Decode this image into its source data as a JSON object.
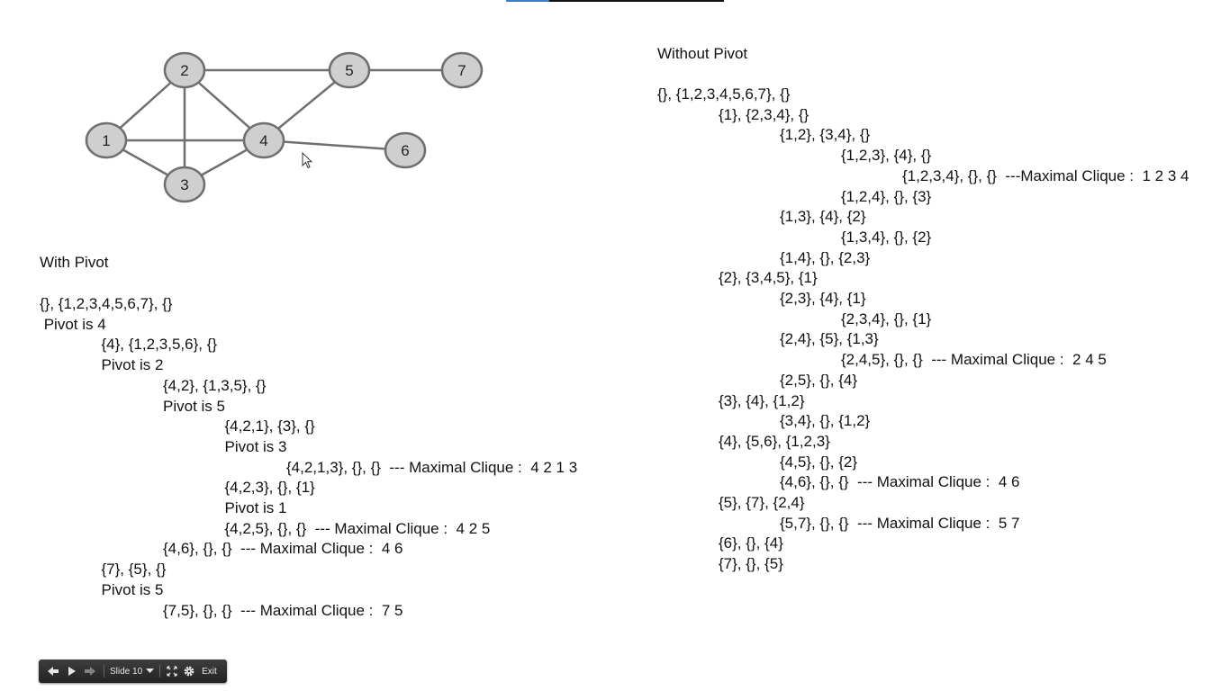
{
  "graph": {
    "nodes": [
      {
        "id": "1",
        "label": "1"
      },
      {
        "id": "2",
        "label": "2"
      },
      {
        "id": "3",
        "label": "3"
      },
      {
        "id": "4",
        "label": "4"
      },
      {
        "id": "5",
        "label": "5"
      },
      {
        "id": "6",
        "label": "6"
      },
      {
        "id": "7",
        "label": "7"
      }
    ],
    "edges": [
      [
        "1",
        "2"
      ],
      [
        "1",
        "3"
      ],
      [
        "1",
        "4"
      ],
      [
        "2",
        "3"
      ],
      [
        "2",
        "4"
      ],
      [
        "2",
        "5"
      ],
      [
        "3",
        "4"
      ],
      [
        "4",
        "5"
      ],
      [
        "4",
        "6"
      ],
      [
        "5",
        "7"
      ]
    ],
    "node_fill": "#cfcfcf",
    "node_stroke": "#6f6f6f",
    "edge_color": "#6f6f6f"
  },
  "with_pivot": {
    "heading": "With Pivot",
    "lines": [
      {
        "text": "{}, {1,2,3,4,5,6,7}, {}",
        "level": 0
      },
      {
        "text": " Pivot is 4",
        "level": 0
      },
      {
        "text": "{4}, {1,2,3,5,6}, {}",
        "level": 1
      },
      {
        "text": "Pivot is 2",
        "level": 1
      },
      {
        "text": "{4,2}, {1,3,5}, {}",
        "level": 2
      },
      {
        "text": "Pivot is 5",
        "level": 2
      },
      {
        "text": "{4,2,1}, {3}, {}",
        "level": 3
      },
      {
        "text": "Pivot is 3",
        "level": 3
      },
      {
        "text": "{4,2,1,3}, {}, {}  --- Maximal Clique :  4 2 1 3",
        "level": 4
      },
      {
        "text": "{4,2,3}, {}, {1}",
        "level": 3
      },
      {
        "text": "Pivot is 1",
        "level": 3
      },
      {
        "text": "{4,2,5}, {}, {}  --- Maximal Clique :  4 2 5",
        "level": 3
      },
      {
        "text": "{4,6}, {}, {}  --- Maximal Clique :  4 6",
        "level": 2
      },
      {
        "text": "{7}, {5}, {}",
        "level": 1
      },
      {
        "text": "Pivot is 5",
        "level": 1
      },
      {
        "text": "{7,5}, {}, {}  --- Maximal Clique :  7 5",
        "level": 2
      }
    ]
  },
  "without_pivot": {
    "heading": "Without Pivot",
    "lines": [
      {
        "text": "{}, {1,2,3,4,5,6,7}, {}",
        "level": 0
      },
      {
        "text": "{1}, {2,3,4}, {}",
        "level": 1
      },
      {
        "text": "{1,2}, {3,4}, {}",
        "level": 2
      },
      {
        "text": "{1,2,3}, {4}, {}",
        "level": 3
      },
      {
        "text": "{1,2,3,4}, {}, {}  ---Maximal Clique :  1 2 3 4",
        "level": 4
      },
      {
        "text": "{1,2,4}, {}, {3}",
        "level": 3
      },
      {
        "text": "{1,3}, {4}, {2}",
        "level": 2
      },
      {
        "text": "{1,3,4}, {}, {2}",
        "level": 3
      },
      {
        "text": "{1,4}, {}, {2,3}",
        "level": 2
      },
      {
        "text": "{2}, {3,4,5}, {1}",
        "level": 1
      },
      {
        "text": "{2,3}, {4}, {1}",
        "level": 2
      },
      {
        "text": "{2,3,4}, {}, {1}",
        "level": 3
      },
      {
        "text": "{2,4}, {5}, {1,3}",
        "level": 2
      },
      {
        "text": "{2,4,5}, {}, {}  --- Maximal Clique :  2 4 5",
        "level": 3
      },
      {
        "text": "{2,5}, {}, {4}",
        "level": 2
      },
      {
        "text": "{3}, {4}, {1,2}",
        "level": 1
      },
      {
        "text": "{3,4}, {}, {1,2}",
        "level": 2
      },
      {
        "text": "{4}, {5,6}, {1,2,3}",
        "level": 1
      },
      {
        "text": "{4,5}, {}, {2}",
        "level": 2
      },
      {
        "text": "{4,6}, {}, {}  --- Maximal Clique :  4 6",
        "level": 2
      },
      {
        "text": "{5}, {7}, {2,4}",
        "level": 1
      },
      {
        "text": "{5,7}, {}, {}  --- Maximal Clique :  5 7",
        "level": 2
      },
      {
        "text": "{6}, {}, {4}",
        "level": 1
      },
      {
        "text": "{7}, {}, {5}",
        "level": 1
      }
    ]
  },
  "controls": {
    "prev_icon": "arrow-left-icon",
    "play_icon": "play-icon",
    "next_icon": "arrow-right-icon",
    "slide_label": "Slide 10",
    "dropdown_icon": "caret-down-icon",
    "fullscreen_icon": "fullscreen-icon",
    "settings_icon": "gear-icon",
    "exit_label": "Exit"
  }
}
